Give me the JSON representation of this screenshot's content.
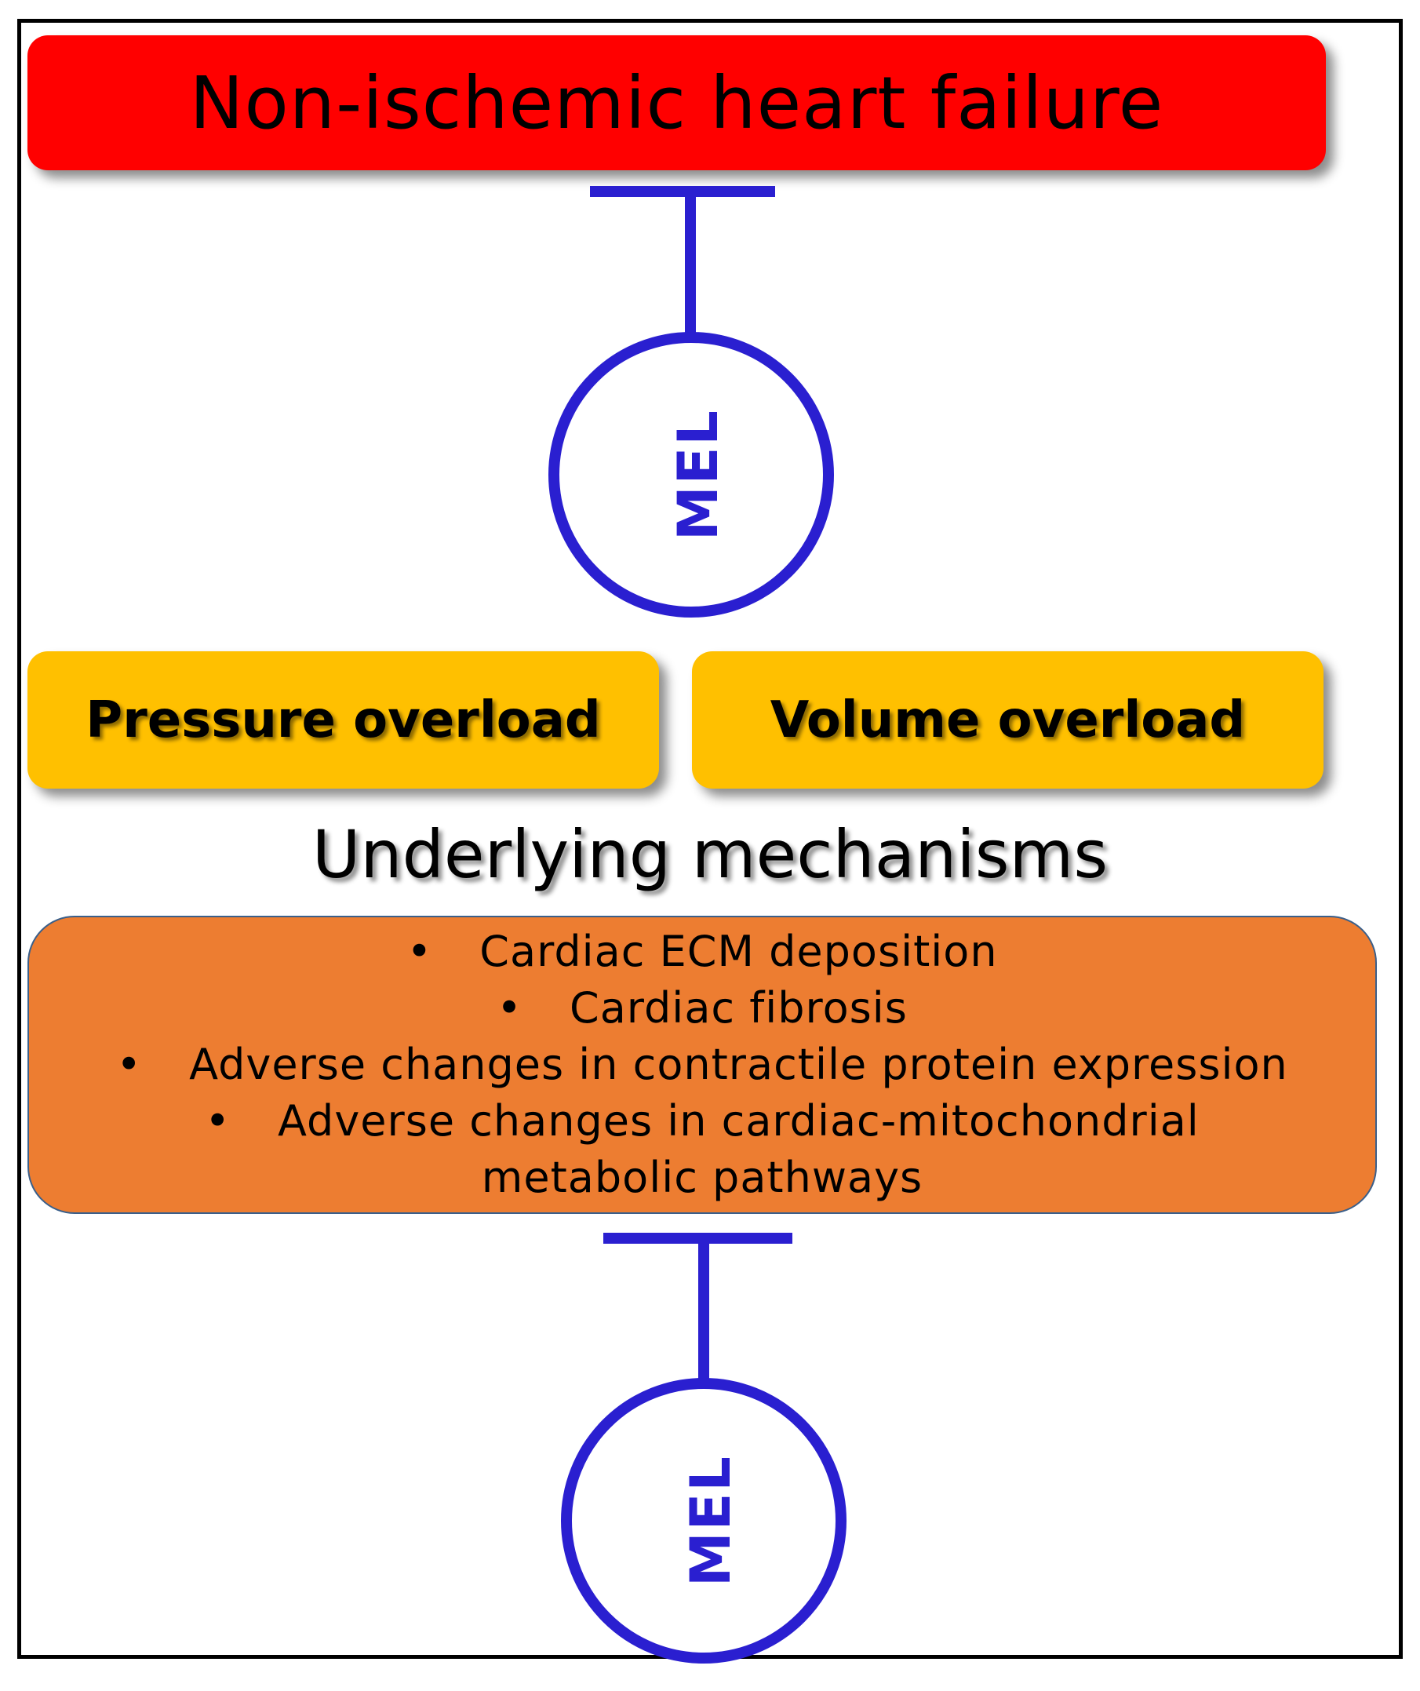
{
  "title": "Non-ischemic heart failure",
  "overloads": [
    "Pressure overload",
    "Volume overload"
  ],
  "mechanisms_heading": "Underlying mechanisms",
  "mechanisms": [
    "Cardiac ECM deposition",
    "Cardiac fibrosis",
    "Adverse changes in contractile protein expression",
    "Adverse changes in cardiac-mitochondrial metabolic pathways"
  ],
  "mechanisms_last_line_wrap": "metabolic pathways",
  "inhibitor_label_top": "MEL",
  "inhibitor_label_bottom": "MEL",
  "colors": {
    "title_box": "#ff0000",
    "overload_box": "#ffc000",
    "mechanism_box": "#ed7d31",
    "inhibitor": "#2a1fd0",
    "frame": "#000000"
  }
}
